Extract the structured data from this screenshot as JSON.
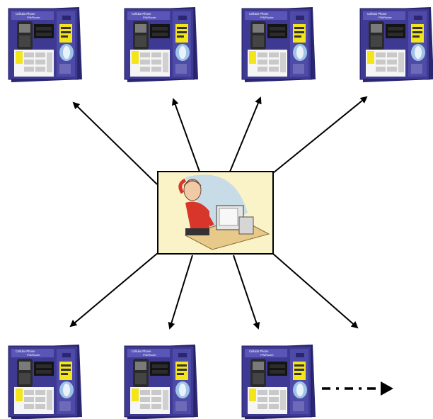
{
  "diagram": {
    "hub": {
      "name": "central-operator",
      "icon": "person-at-computer-icon",
      "background": "#faf3c8"
    },
    "kiosk_label": {
      "line1": "Cellular Phone",
      "line2": "PIN/Router"
    },
    "kiosks": [
      {
        "name": "kiosk-top-1"
      },
      {
        "name": "kiosk-top-2"
      },
      {
        "name": "kiosk-top-3"
      },
      {
        "name": "kiosk-top-4"
      },
      {
        "name": "kiosk-bottom-1"
      },
      {
        "name": "kiosk-bottom-2"
      },
      {
        "name": "kiosk-bottom-3"
      }
    ],
    "continuation_arrow": "dash-dot-arrow",
    "colors": {
      "kiosk_body": "#3e3a93",
      "kiosk_side": "#2a2670",
      "kiosk_accent": "#f4e51a",
      "arrow": "#000000",
      "hub_border": "#000000"
    }
  }
}
